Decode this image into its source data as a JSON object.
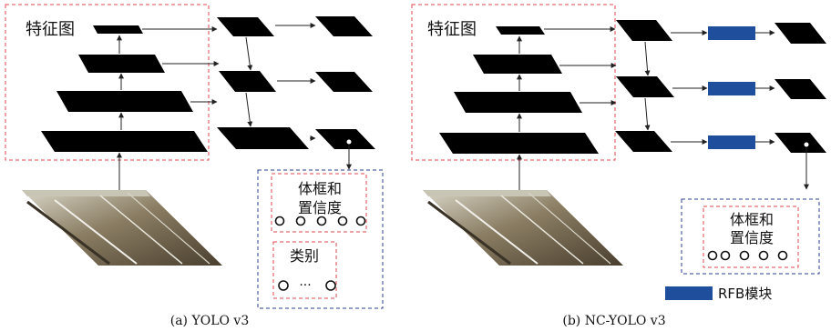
{
  "panel_a": {
    "feature_map_label": "特征图",
    "output_box_label_line1": "体框和",
    "output_box_label_line2": "置信度",
    "class_label": "类别",
    "class_ellipsis": "···",
    "caption": "(a) YOLO v3"
  },
  "panel_b": {
    "feature_map_label": "特征图",
    "output_box_label_line1": "体框和",
    "output_box_label_line2": "置信度",
    "legend_label": "RFB模块",
    "caption": "(b) NC-YOLO v3"
  },
  "colors": {
    "feature_block": "#000000",
    "rfb_block": "#1f4e9c",
    "red_dashed_border": "#e0474c",
    "blue_dashed_border": "#2b3f8f",
    "arrow": "#222222"
  },
  "icons": {
    "barn_photo": "barn-photo-icon",
    "anchor_circle": "circle-icon"
  }
}
